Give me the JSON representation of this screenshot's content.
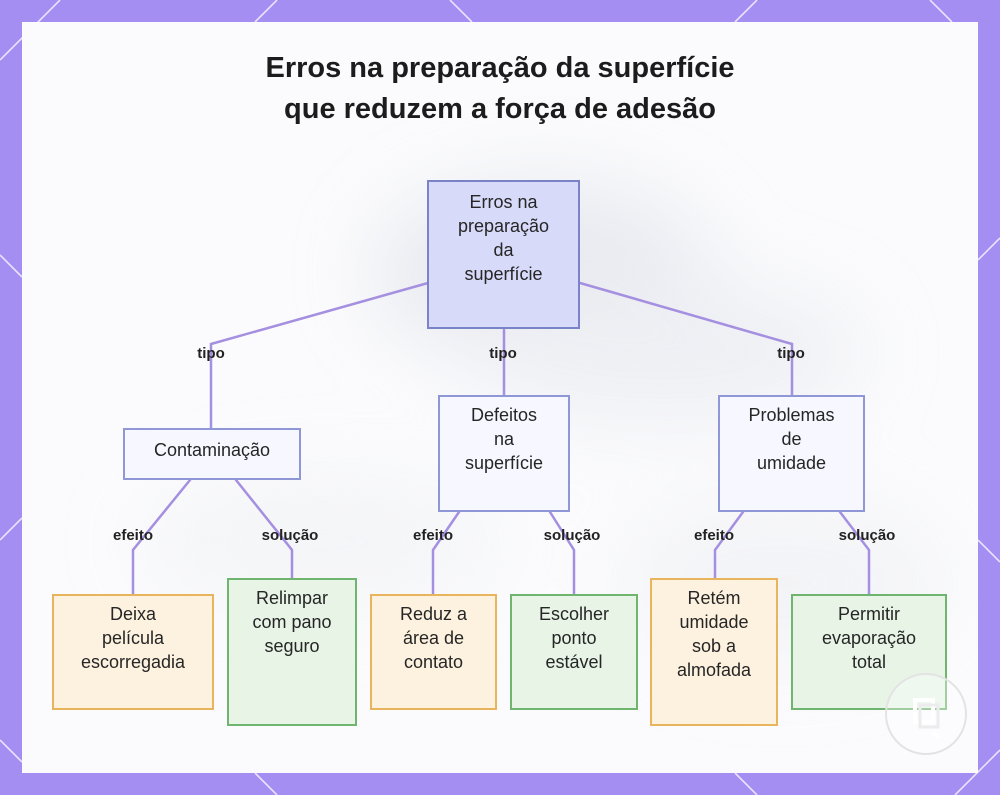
{
  "title": {
    "line1": "Erros na preparação da superfície",
    "line2": "que reduzem a força de adesão"
  },
  "nodes": {
    "root": [
      "Erros na",
      "preparação",
      "da",
      "superfície"
    ],
    "contaminacao": [
      "Contaminação"
    ],
    "defeitos": [
      "Defeitos",
      "na",
      "superfície"
    ],
    "umidade": [
      "Problemas",
      "de",
      "umidade"
    ],
    "efeito1": [
      "Deixa",
      "película",
      "escorregadia"
    ],
    "solucao1": [
      "Relimpar",
      "com pano",
      "seguro"
    ],
    "efeito2": [
      "Reduz a",
      "área de",
      "contato"
    ],
    "solucao2": [
      "Escolher",
      "ponto",
      "estável"
    ],
    "efeito3": [
      "Retém",
      "umidade",
      "sob a",
      "almofada"
    ],
    "solucao3": [
      "Permitir",
      "evaporação",
      "total"
    ]
  },
  "edge_labels": {
    "tipo1": "tipo",
    "tipo2": "tipo",
    "tipo3": "tipo",
    "efeito1": "efeito",
    "solucao1": "solução",
    "efeito2": "efeito",
    "solucao2": "solução",
    "efeito3": "efeito",
    "solucao3": "solução"
  },
  "colors": {
    "frame": "#a48ef2",
    "connector": "#a58fe0",
    "root_fill": "#d7daf9",
    "type_fill": "#f6f7ff",
    "effect_fill": "#fdf2df",
    "solution_fill": "#e7f4e6"
  },
  "icons": {
    "badge": "watermark-badge-icon"
  }
}
